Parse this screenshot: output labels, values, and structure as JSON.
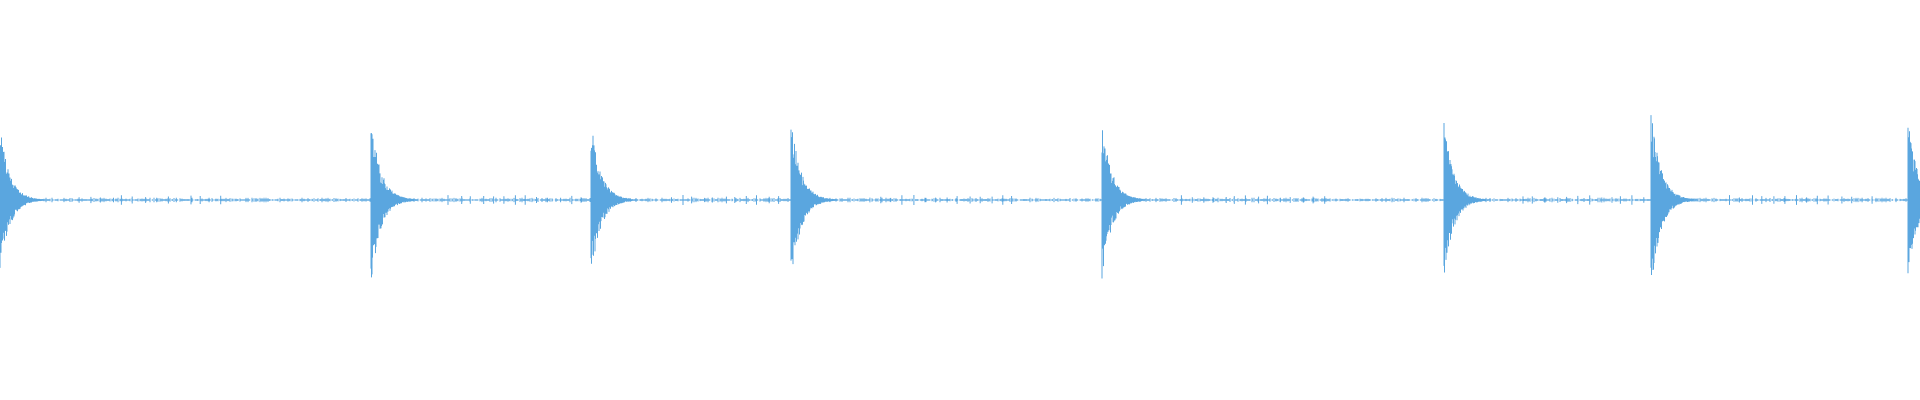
{
  "waveform": {
    "color": "#5aa6df",
    "baseline_level": 0.0,
    "noise_level": 0.01,
    "transients": [
      {
        "position": 0.0,
        "amplitude": 0.82
      },
      {
        "position": 0.193,
        "amplitude": 0.95
      },
      {
        "position": 0.308,
        "amplitude": 0.88
      },
      {
        "position": 0.412,
        "amplitude": 0.93
      },
      {
        "position": 0.574,
        "amplitude": 0.88
      },
      {
        "position": 0.752,
        "amplitude": 0.87
      },
      {
        "position": 0.86,
        "amplitude": 1.0
      },
      {
        "position": 0.994,
        "amplitude": 0.9
      }
    ]
  }
}
